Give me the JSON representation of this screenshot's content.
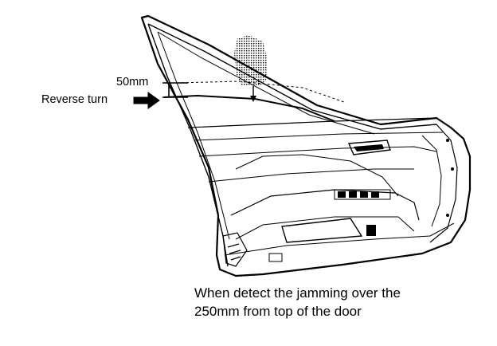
{
  "labels": {
    "gap": "50mm",
    "reverse": "Reverse turn"
  },
  "caption": {
    "line1": "When detect the jamming over the",
    "line2": "250mm from top of the door"
  },
  "colors": {
    "line": "#000000",
    "background": "#ffffff"
  },
  "icons": {
    "arrow": "right-arrow-icon"
  }
}
